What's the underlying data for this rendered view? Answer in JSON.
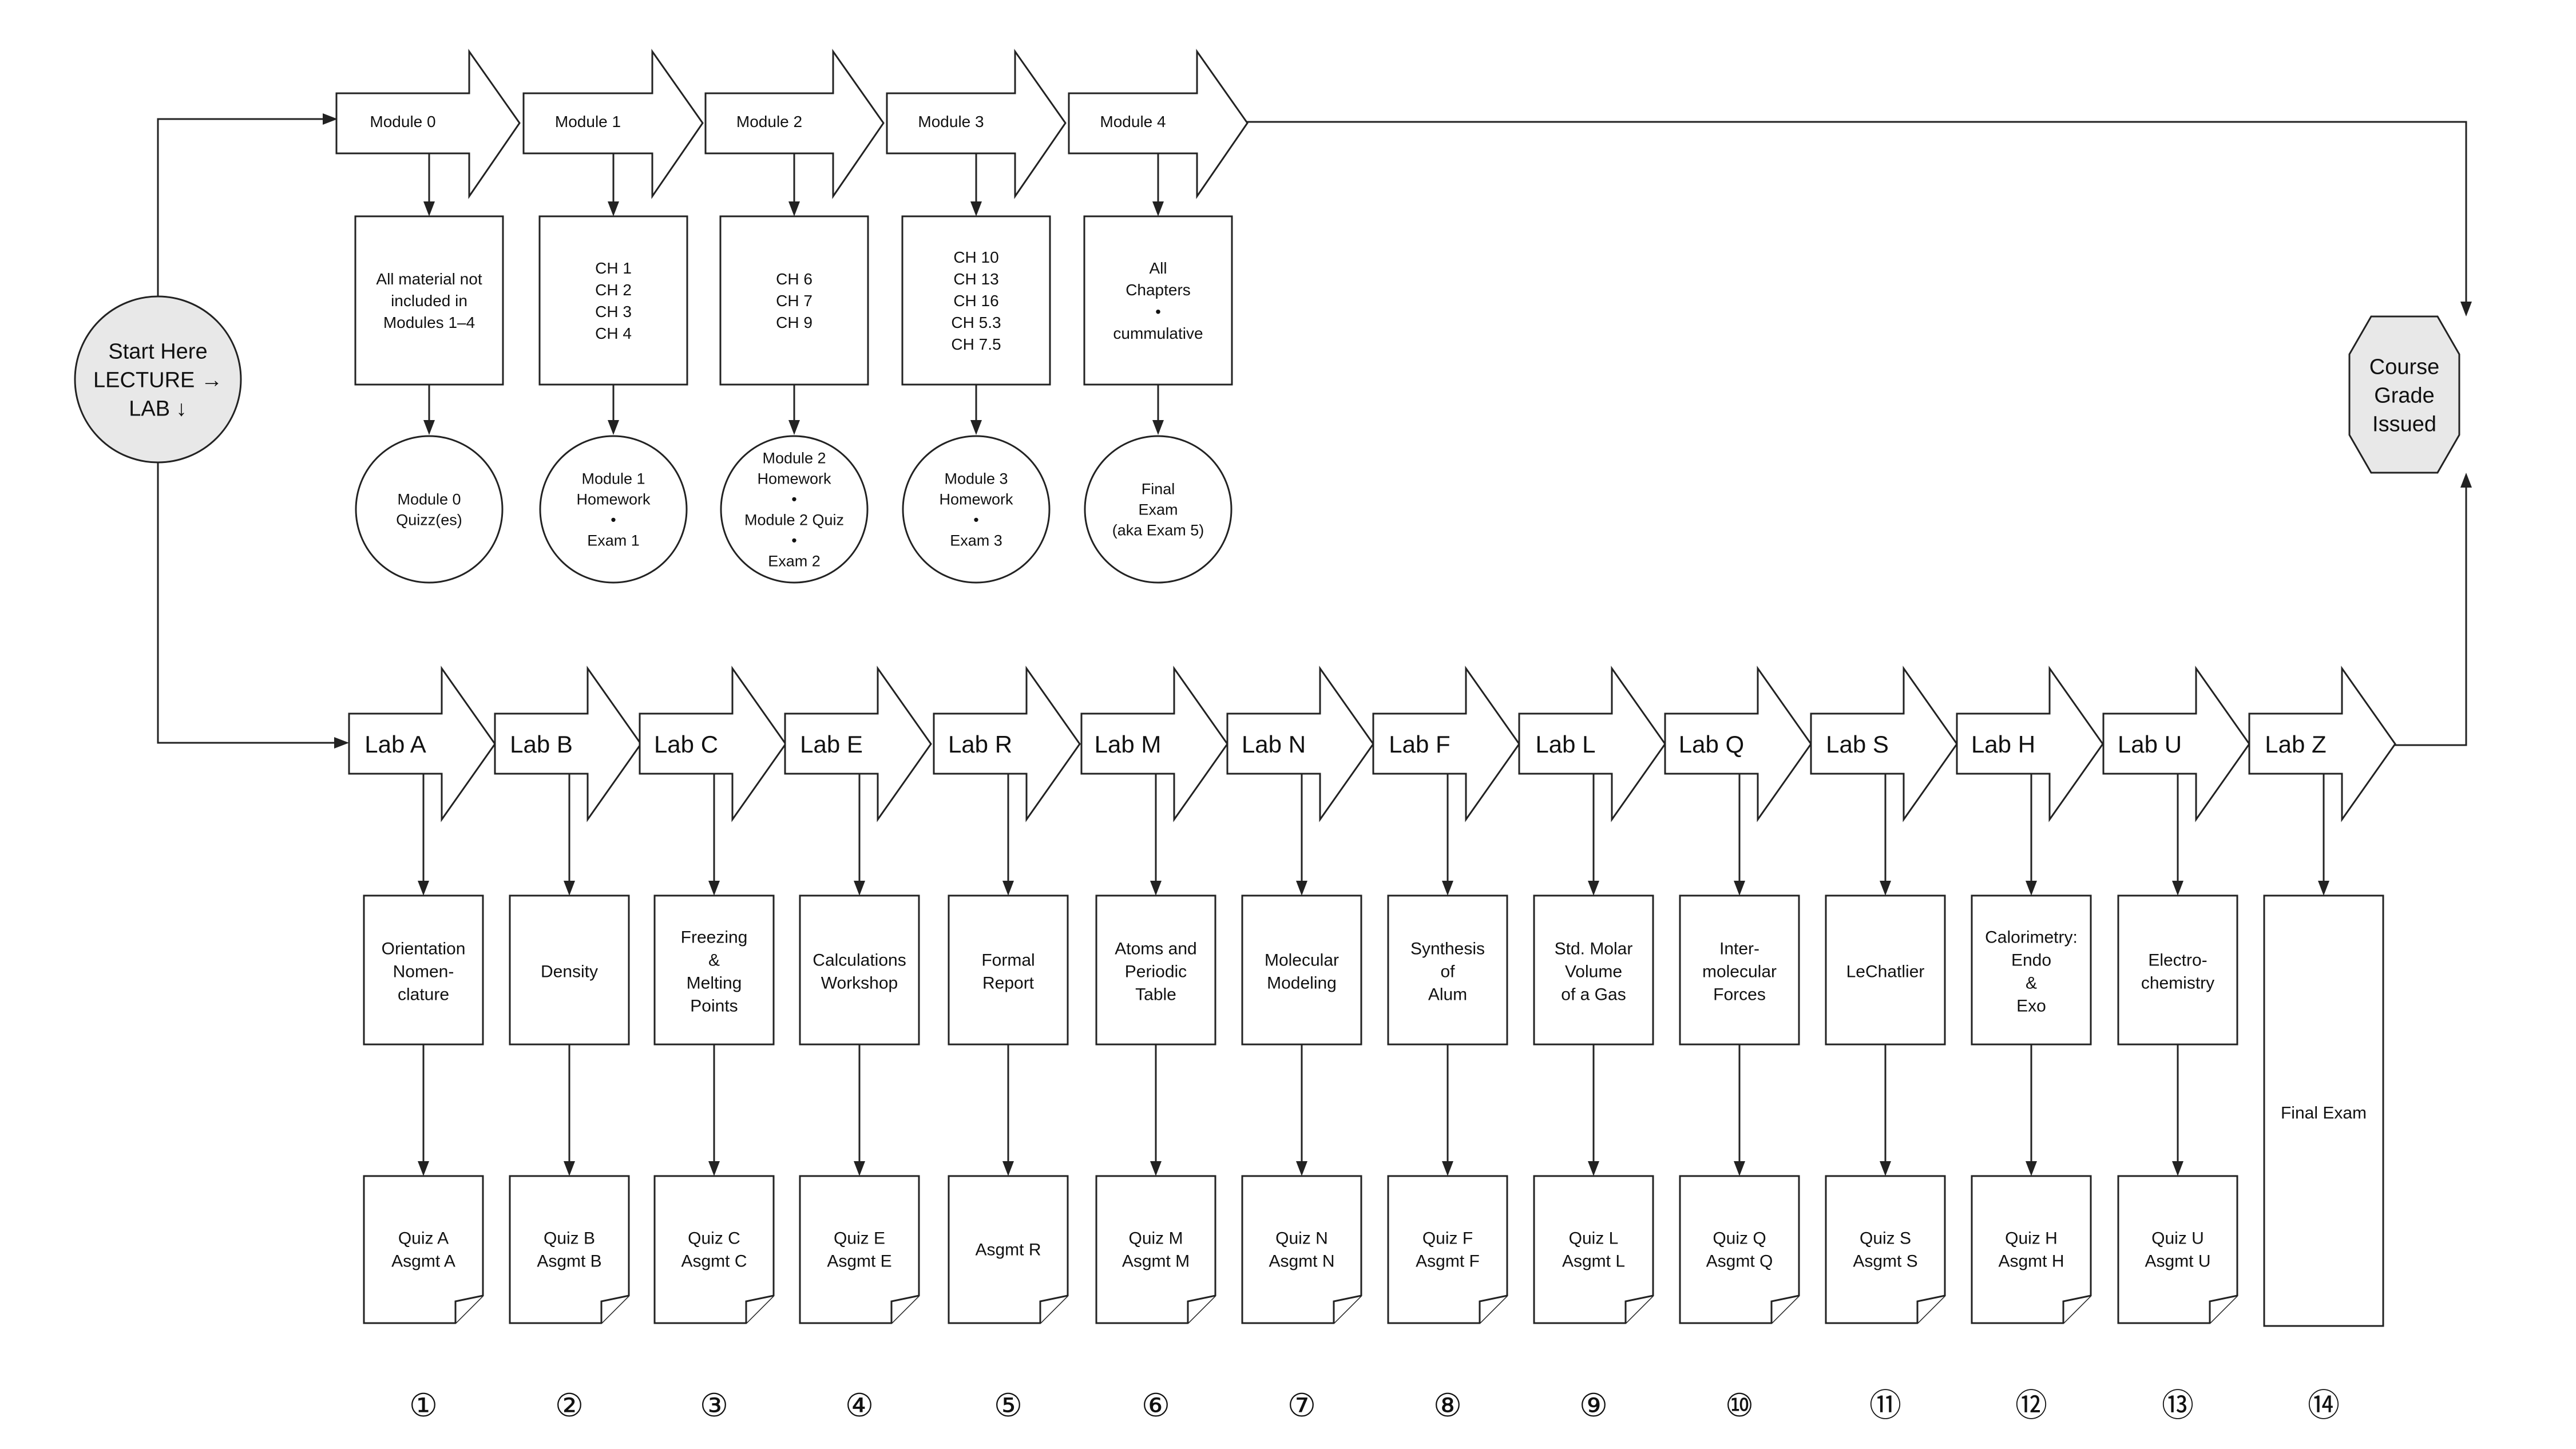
{
  "start": {
    "lines": [
      "Start Here",
      "LECTURE →",
      "LAB ↓"
    ]
  },
  "end": {
    "lines": [
      "Course",
      "Grade",
      "Issued"
    ]
  },
  "modules": [
    {
      "label": "Module 0",
      "topics": [
        "All material not",
        "included in",
        "Modules 1–4"
      ],
      "assessments": [
        "Module 0",
        "Quizz(es)"
      ]
    },
    {
      "label": "Module 1",
      "topics": [
        "CH 1",
        "CH 2",
        "CH 3",
        "CH 4"
      ],
      "assessments": [
        "Module 1",
        "Homework",
        "•",
        "Exam 1"
      ]
    },
    {
      "label": "Module 2",
      "topics": [
        "CH 6",
        "CH 7",
        "CH 9"
      ],
      "assessments": [
        "Module 2",
        "Homework",
        "•",
        "Module 2 Quiz",
        "•",
        "Exam 2"
      ]
    },
    {
      "label": "Module 3",
      "topics": [
        "CH 10",
        "CH 13",
        "CH 16",
        "CH 5.3",
        "CH 7.5"
      ],
      "assessments": [
        "Module 3",
        "Homework",
        "•",
        "Exam 3"
      ]
    },
    {
      "label": "Module 4",
      "topics": [
        "All",
        "Chapters",
        "•",
        "cummulative"
      ],
      "assessments": [
        "Final",
        "Exam",
        "(aka Exam 5)"
      ]
    }
  ],
  "labs": [
    {
      "label": "Lab A",
      "topic": [
        "Orientation",
        "Nomen-",
        "clature"
      ],
      "work": [
        "Quiz A",
        "Asgmt A"
      ],
      "number": "①"
    },
    {
      "label": "Lab B",
      "topic": [
        "Density"
      ],
      "work": [
        "Quiz B",
        "Asgmt B"
      ],
      "number": "②"
    },
    {
      "label": "Lab C",
      "topic": [
        "Freezing",
        "&",
        "Melting",
        "Points"
      ],
      "work": [
        "Quiz C",
        "Asgmt C"
      ],
      "number": "③"
    },
    {
      "label": "Lab E",
      "topic": [
        "Calculations",
        "Workshop"
      ],
      "work": [
        "Quiz E",
        "Asgmt E"
      ],
      "number": "④"
    },
    {
      "label": "Lab R",
      "topic": [
        "Formal",
        "Report"
      ],
      "work": [
        "Asgmt R"
      ],
      "number": "⑤"
    },
    {
      "label": "Lab M",
      "topic": [
        "Atoms and",
        "Periodic",
        "Table"
      ],
      "work": [
        "Quiz M",
        "Asgmt M"
      ],
      "number": "⑥"
    },
    {
      "label": "Lab N",
      "topic": [
        "Molecular",
        "Modeling"
      ],
      "work": [
        "Quiz N",
        "Asgmt N"
      ],
      "number": "⑦"
    },
    {
      "label": "Lab F",
      "topic": [
        "Synthesis",
        "of",
        "Alum"
      ],
      "work": [
        "Quiz F",
        "Asgmt F"
      ],
      "number": "⑧"
    },
    {
      "label": "Lab L",
      "topic": [
        "Std. Molar",
        "Volume",
        "of a Gas"
      ],
      "work": [
        "Quiz L",
        "Asgmt L"
      ],
      "number": "⑨"
    },
    {
      "label": "Lab Q",
      "topic": [
        "Inter-",
        "molecular",
        "Forces"
      ],
      "work": [
        "Quiz Q",
        "Asgmt Q"
      ],
      "number": "⑩"
    },
    {
      "label": "Lab S",
      "topic": [
        "LeChatlier"
      ],
      "work": [
        "Quiz S",
        "Asgmt S"
      ],
      "number": "⑪"
    },
    {
      "label": "Lab H",
      "topic": [
        "Calorimetry:",
        "Endo",
        "&",
        "Exo"
      ],
      "work": [
        "Quiz H",
        "Asgmt H"
      ],
      "number": "⑫"
    },
    {
      "label": "Lab U",
      "topic": [
        "Electro-",
        "chemistry"
      ],
      "work": [
        "Quiz U",
        "Asgmt U"
      ],
      "number": "⑬"
    },
    {
      "label": "Lab Z",
      "topic": [
        "Final Exam"
      ],
      "work": [],
      "number": "⑭"
    }
  ]
}
